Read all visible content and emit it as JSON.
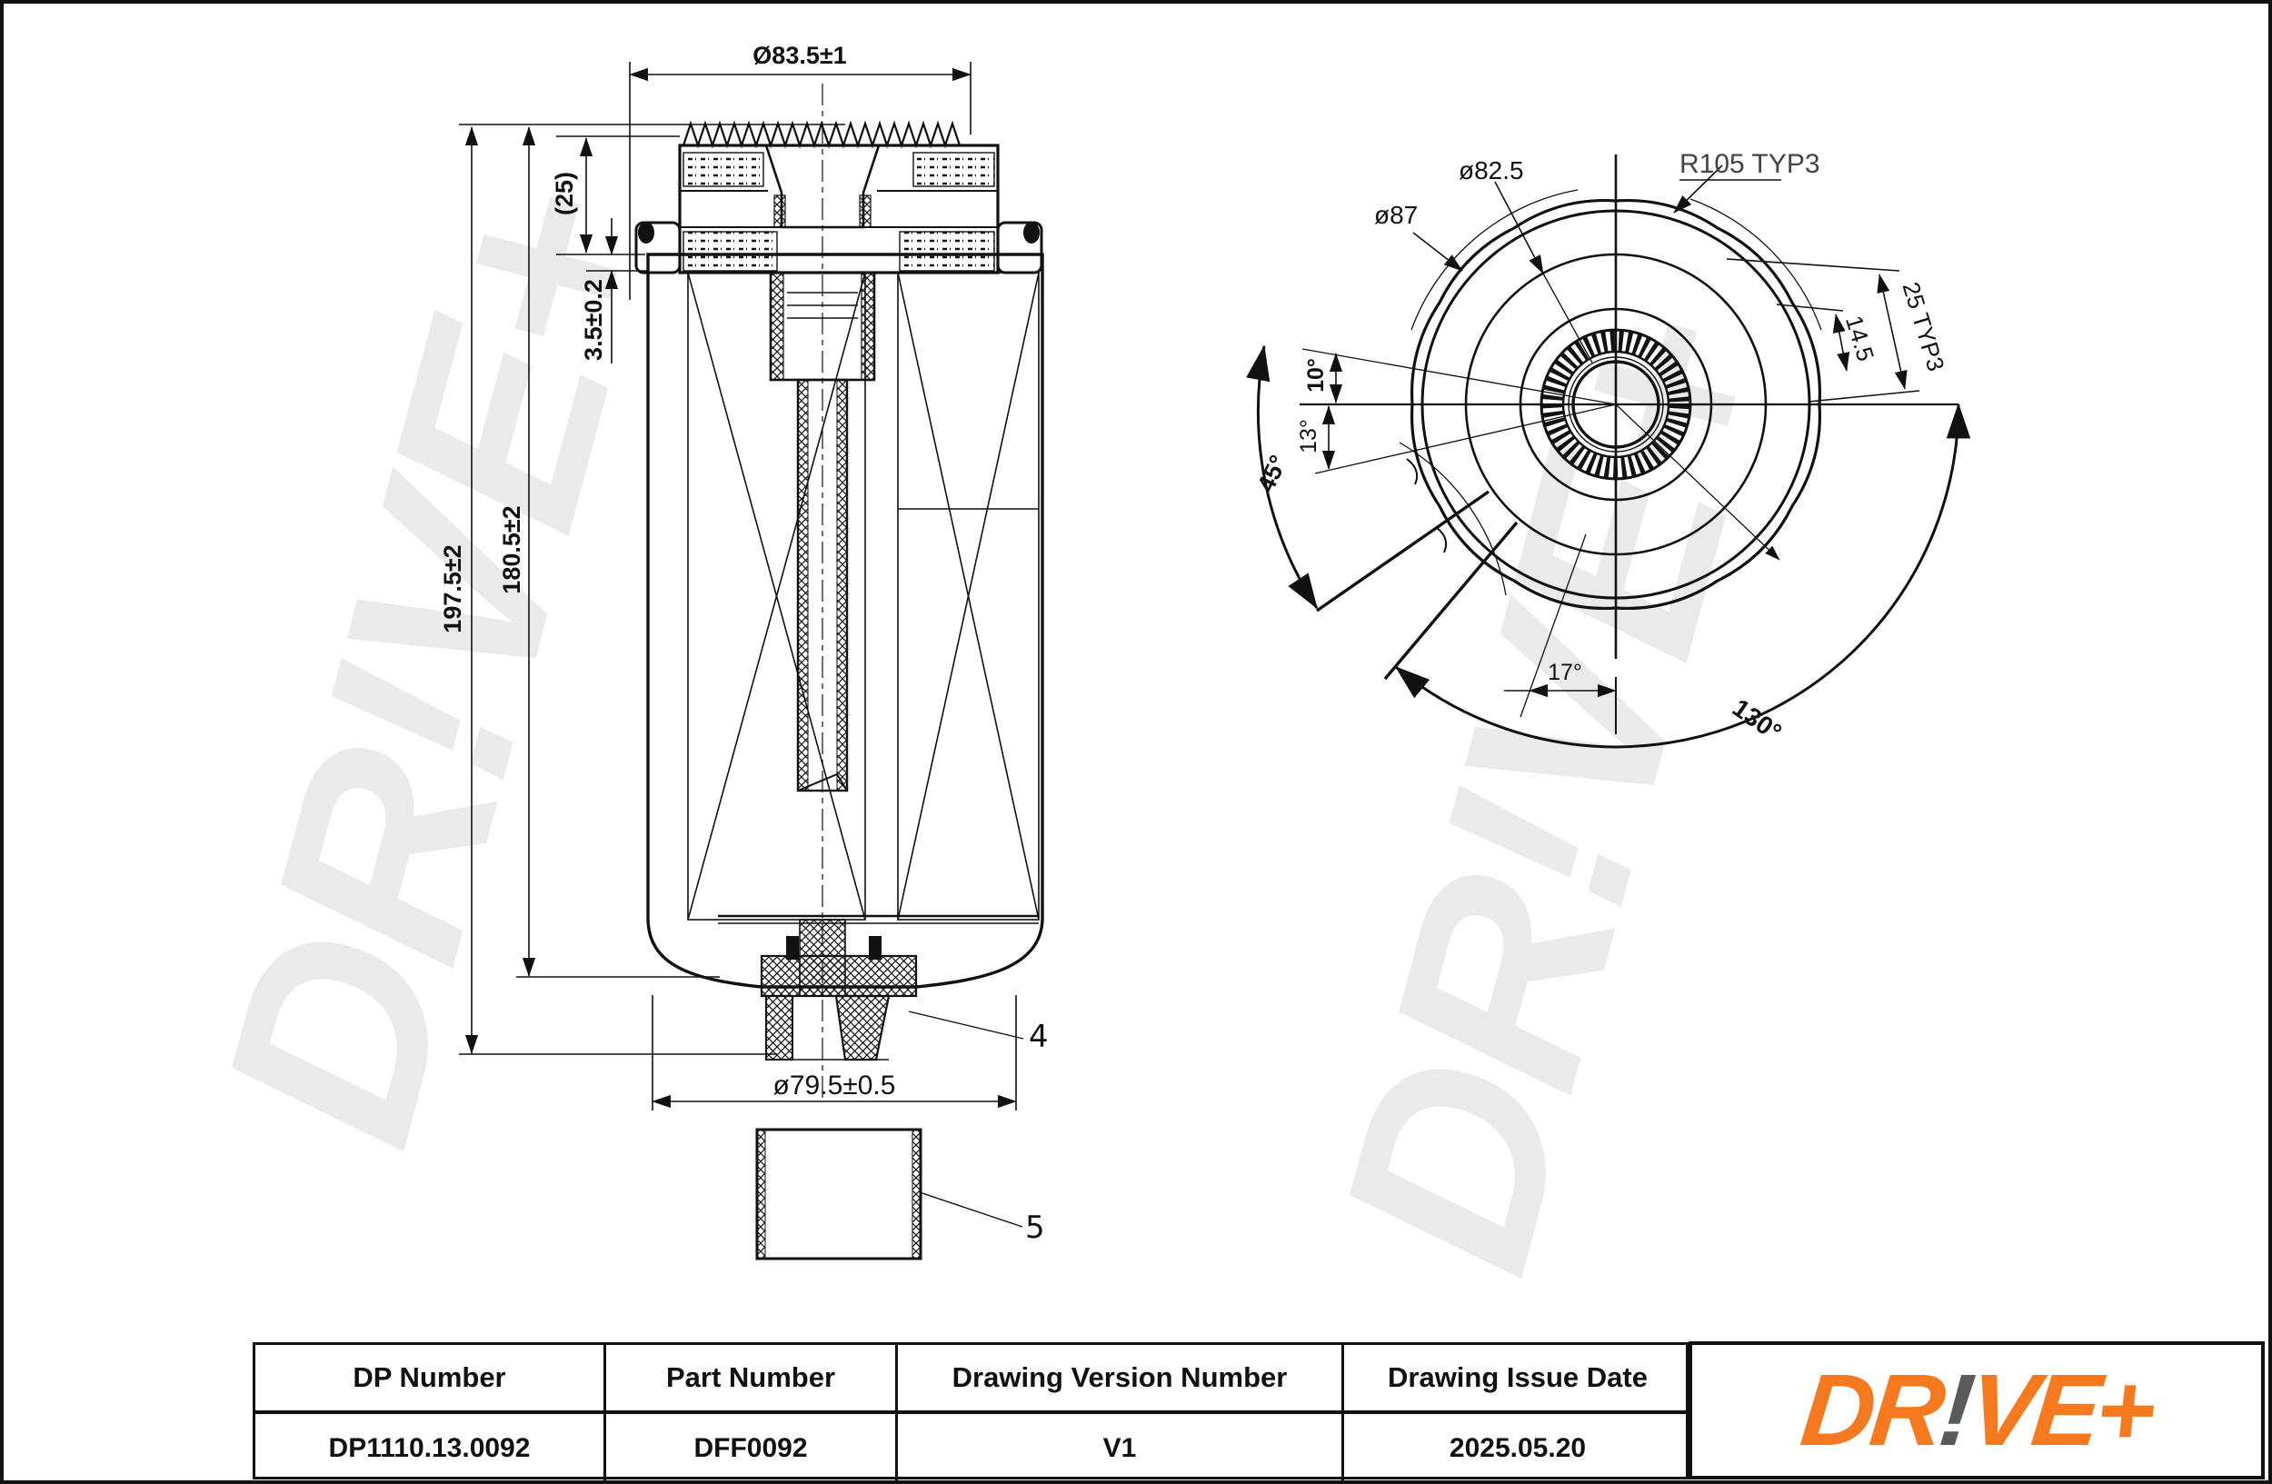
{
  "watermark": "DR!VE+",
  "side_view": {
    "dim_cap_diameter": "Ø83.5±1",
    "dim_cap_height": "(25)",
    "dim_seam": "3.5±0.2",
    "dim_total_height": "197.5±2",
    "dim_body_height": "180.5±2",
    "dim_bottom_diameter": "ø79.5±0.5",
    "callout_drain_plug": "4",
    "callout_accessory": "5"
  },
  "top_view": {
    "dim_inner_diameter": "ø82.5",
    "dim_outer_diameter": "ø87",
    "dim_radius": "R105 TYP3",
    "dim_lug_width": "25 TYP3",
    "dim_lug_inner": "14.5",
    "angle_small_upper": "10°",
    "angle_small_lower": "13°",
    "angle_left": "45°",
    "angle_bottom": "17°",
    "angle_sweep": "130°"
  },
  "title_block": {
    "columns": [
      {
        "label": "DP Number",
        "value": "DP1110.13.0092"
      },
      {
        "label": "Part Number",
        "value": "DFF0092"
      },
      {
        "label": "Drawing Version Number",
        "value": "V1"
      },
      {
        "label": "Drawing Issue Date",
        "value": "2025.05.20"
      }
    ]
  },
  "logo": {
    "part1": "DR",
    "bang": "!",
    "part2": "VE+",
    "orange": "#F5791F",
    "gray": "#595A5C"
  }
}
